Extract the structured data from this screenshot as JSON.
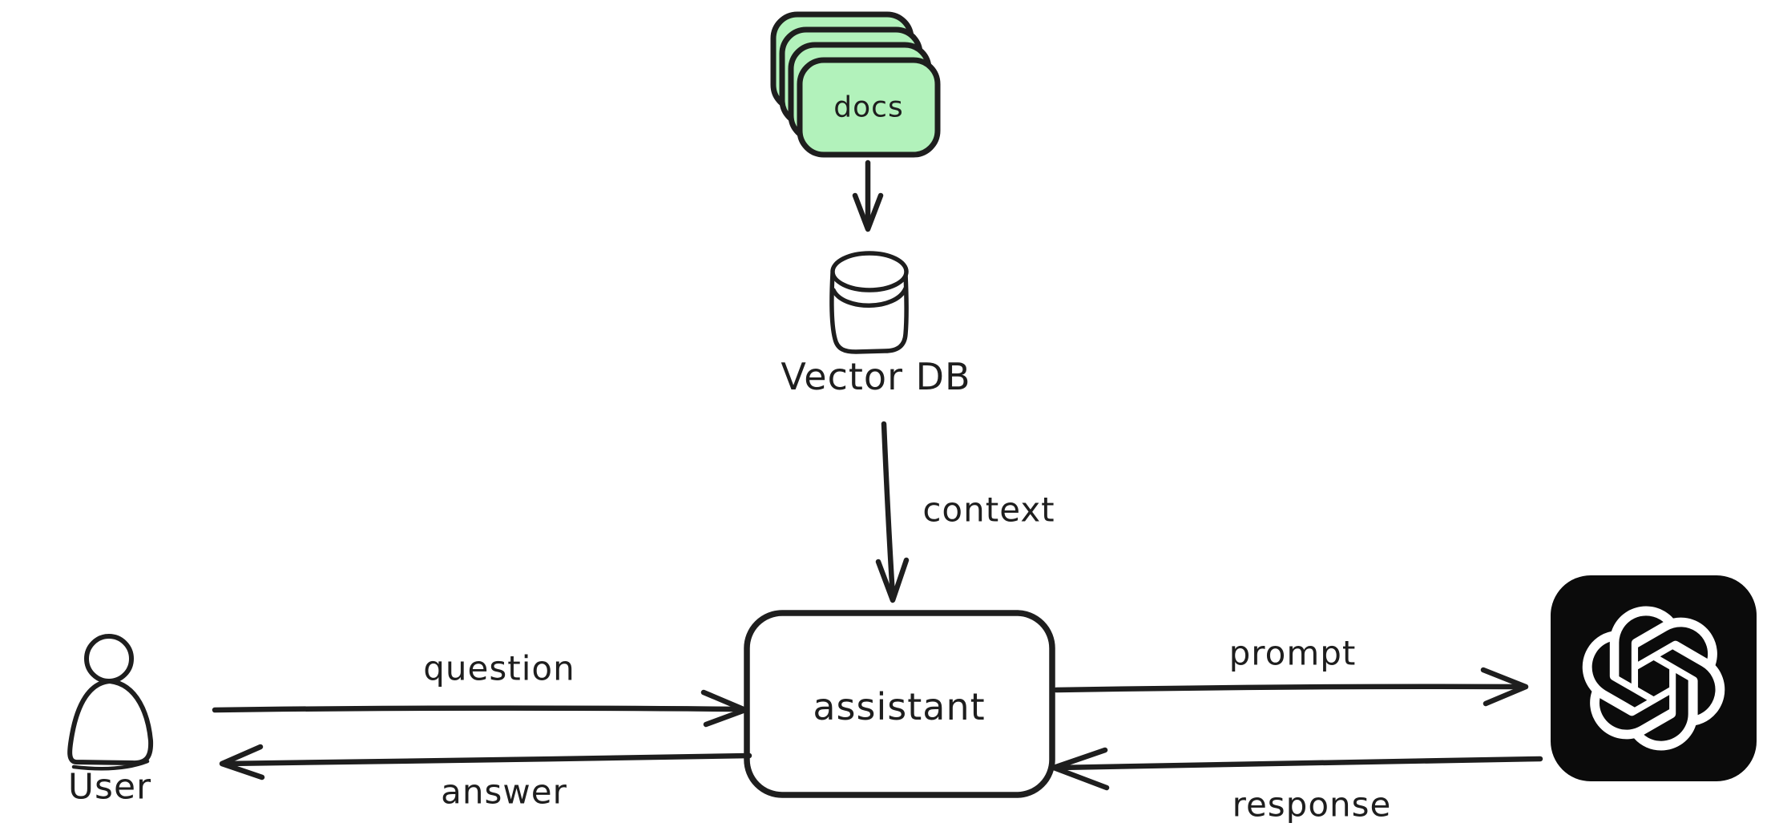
{
  "diagram": {
    "type": "architecture-flow",
    "style": "hand-drawn",
    "colors": {
      "stroke": "#1e1e1e",
      "docs_fill": "#b2f2bb",
      "background": "#ffffff",
      "logo_background": "#0b0b0b",
      "logo_foreground": "#ffffff"
    },
    "nodes": {
      "docs": {
        "label": "docs",
        "icon": "stacked-documents-icon",
        "shape": "stack-of-4-rounded-cards"
      },
      "vector_db": {
        "label": "Vector DB",
        "icon": "database-cylinder-icon"
      },
      "assistant": {
        "label": "assistant",
        "shape": "rounded-rectangle"
      },
      "user": {
        "label": "User",
        "icon": "person-icon"
      },
      "llm": {
        "icon": "openai-logo-icon"
      }
    },
    "edges": [
      {
        "from": "docs",
        "to": "vector_db"
      },
      {
        "from": "vector_db",
        "to": "assistant",
        "label": "context"
      },
      {
        "from": "user",
        "to": "assistant",
        "label": "question"
      },
      {
        "from": "assistant",
        "to": "user",
        "label": "answer"
      },
      {
        "from": "assistant",
        "to": "llm",
        "label": "prompt"
      },
      {
        "from": "llm",
        "to": "assistant",
        "label": "response"
      }
    ]
  }
}
